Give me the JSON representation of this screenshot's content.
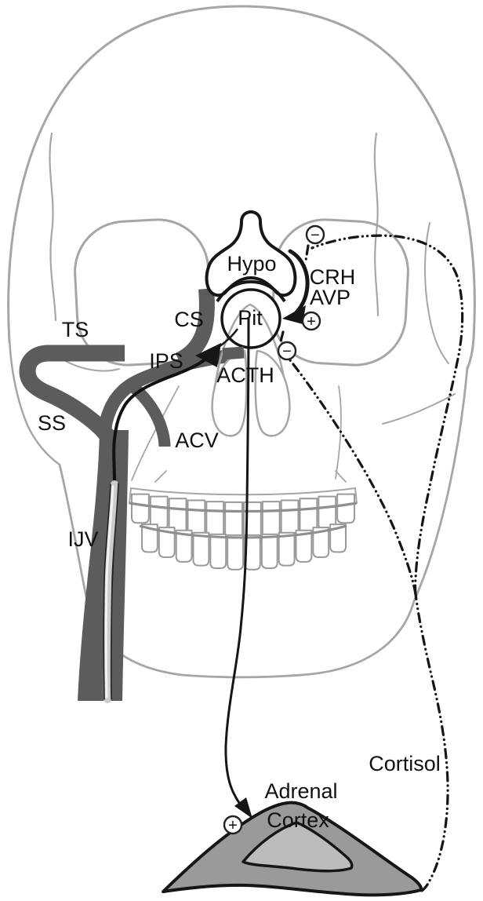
{
  "figure": {
    "labels": {
      "ts": "TS",
      "cs": "CS",
      "ips": "IPS",
      "ss": "SS",
      "acv": "ACV",
      "ijv": "IJV",
      "hypo": "Hypo",
      "pit": "Pit",
      "crh": "CRH",
      "avp": "AVP",
      "acth": "ACTH",
      "cortisol": "Cortisol",
      "adrenal_word": "Adrenal",
      "cortex_word": "Cortex"
    },
    "signs": {
      "hypothalamus_feedback": "−",
      "pituitary_stimulation": "+",
      "pituitary_feedback": "−",
      "adrenal_stimulation": "+"
    },
    "colors": {
      "skull_outline": "#a6a6a6",
      "teeth_outline": "#9a9a9a",
      "teeth_ridge": "#8f8f8f",
      "vein": "#5c5c5c",
      "ink": "#161616",
      "adrenal_cortex_fill": "#9a9a9a",
      "adrenal_medulla_fill": "#bcbcbc",
      "catheter_sheath": "#cccccc",
      "catheter_sheath_highlight": "#f2f2f2"
    }
  }
}
